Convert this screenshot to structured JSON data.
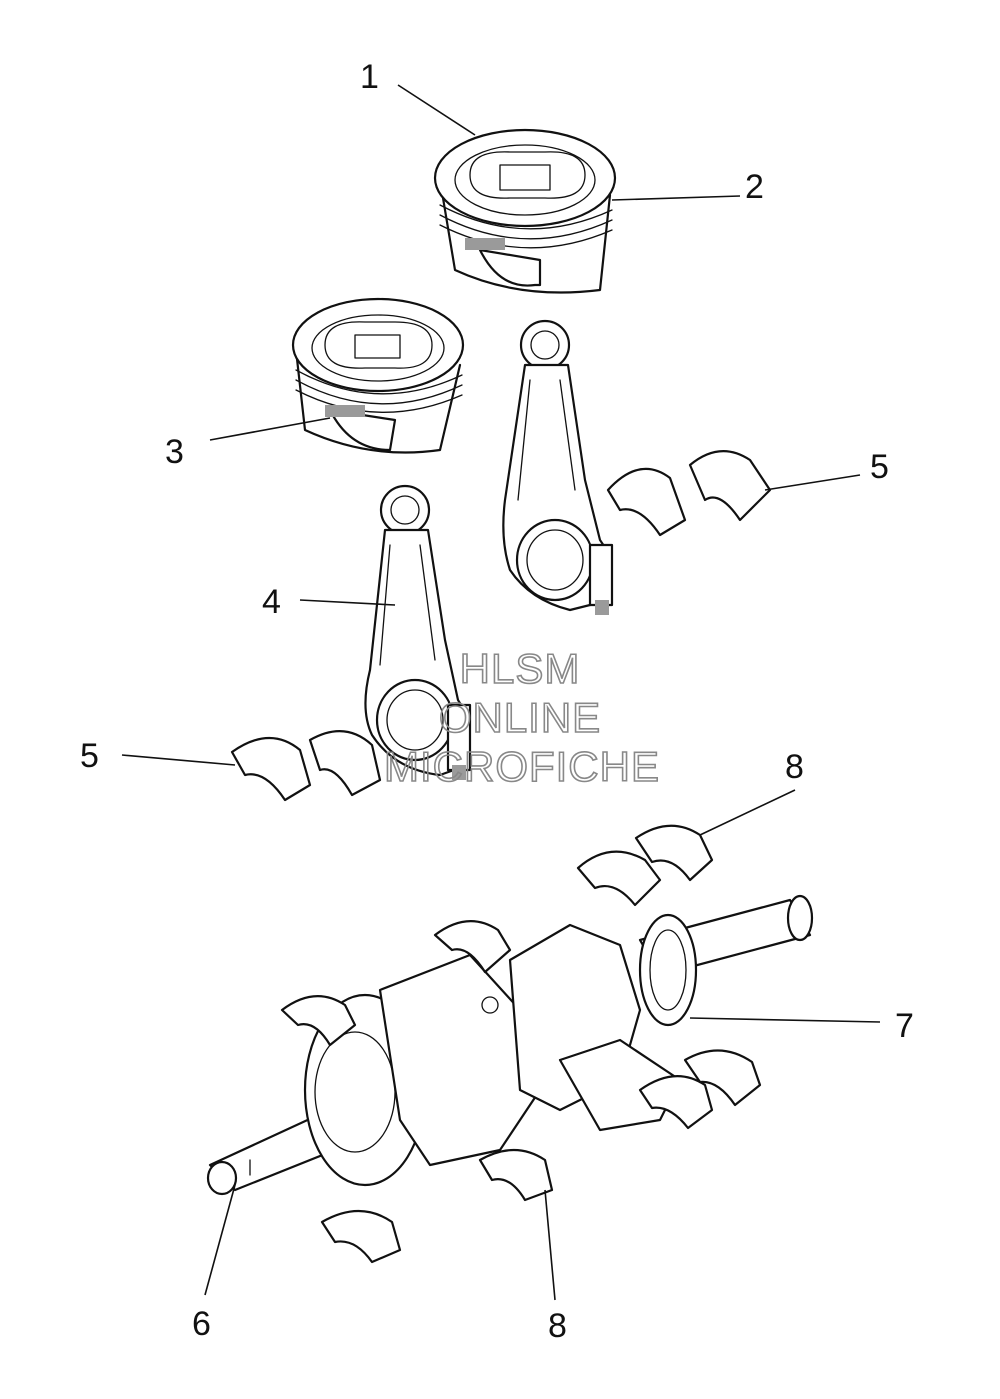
{
  "callouts": [
    {
      "id": "c1",
      "text": "1"
    },
    {
      "id": "c2",
      "text": "2"
    },
    {
      "id": "c3",
      "text": "3"
    },
    {
      "id": "c4",
      "text": "4"
    },
    {
      "id": "c5a",
      "text": "5"
    },
    {
      "id": "c5b",
      "text": "5"
    },
    {
      "id": "c6",
      "text": "6"
    },
    {
      "id": "c7",
      "text": "7"
    },
    {
      "id": "c8a",
      "text": "8"
    },
    {
      "id": "c8b",
      "text": "8"
    }
  ],
  "watermark": {
    "line1": "HLSM",
    "line2": "ONLINE",
    "line3": "MICROFICHE"
  }
}
